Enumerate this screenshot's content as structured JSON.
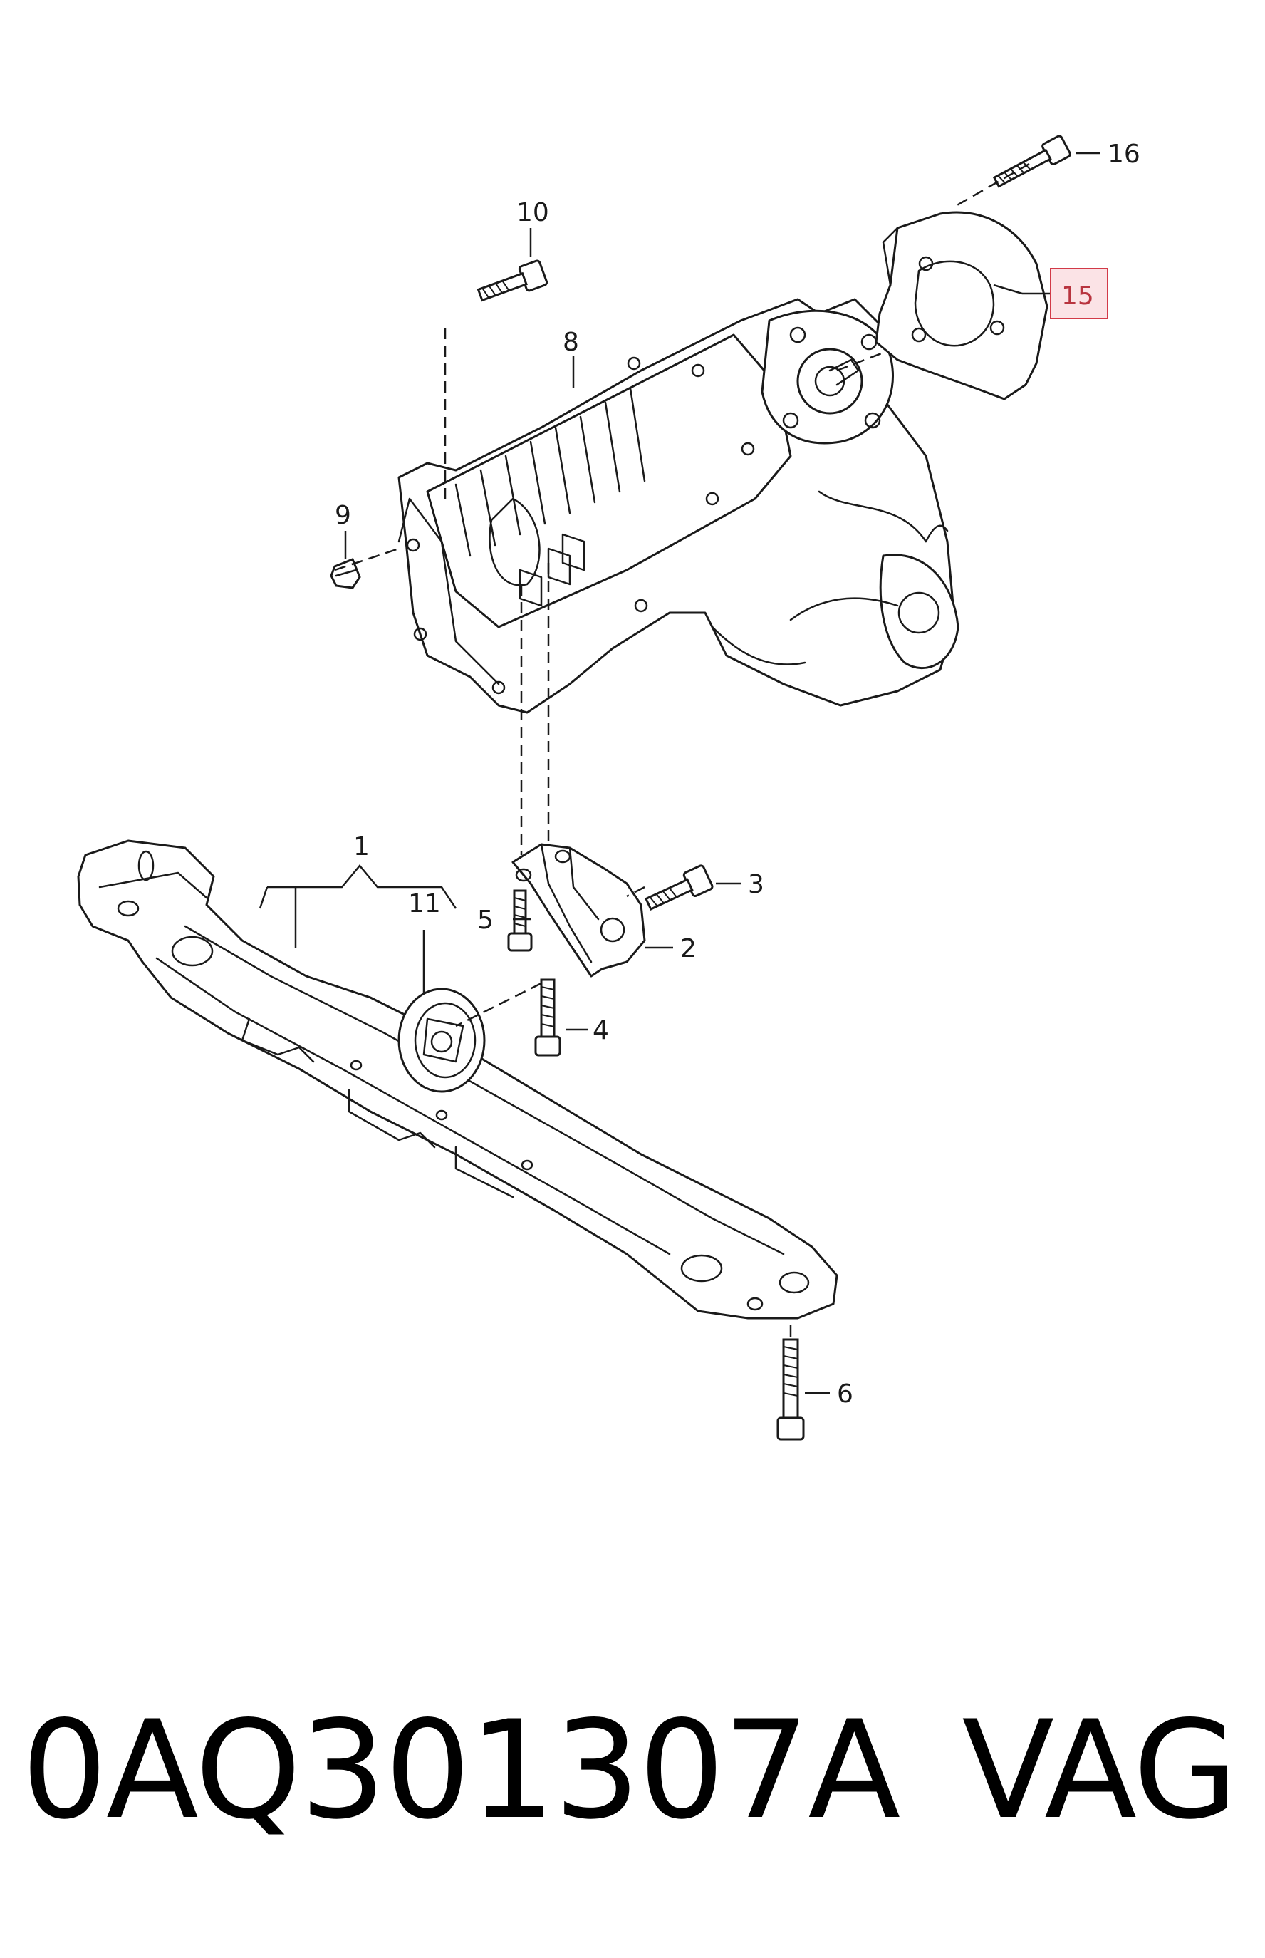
{
  "callouts": {
    "c1": "1",
    "c2": "2",
    "c3": "3",
    "c4": "4",
    "c5": "5",
    "c6": "6",
    "c8": "8",
    "c9": "9",
    "c10": "10",
    "c11": "11",
    "c15": "15",
    "c16": "16"
  },
  "highlight": {
    "callout": "15",
    "border_color": "#d23a48",
    "fill_color": "#fbe3e6"
  },
  "footer": {
    "part_number": "0AQ301307A",
    "brand": "VAG"
  }
}
